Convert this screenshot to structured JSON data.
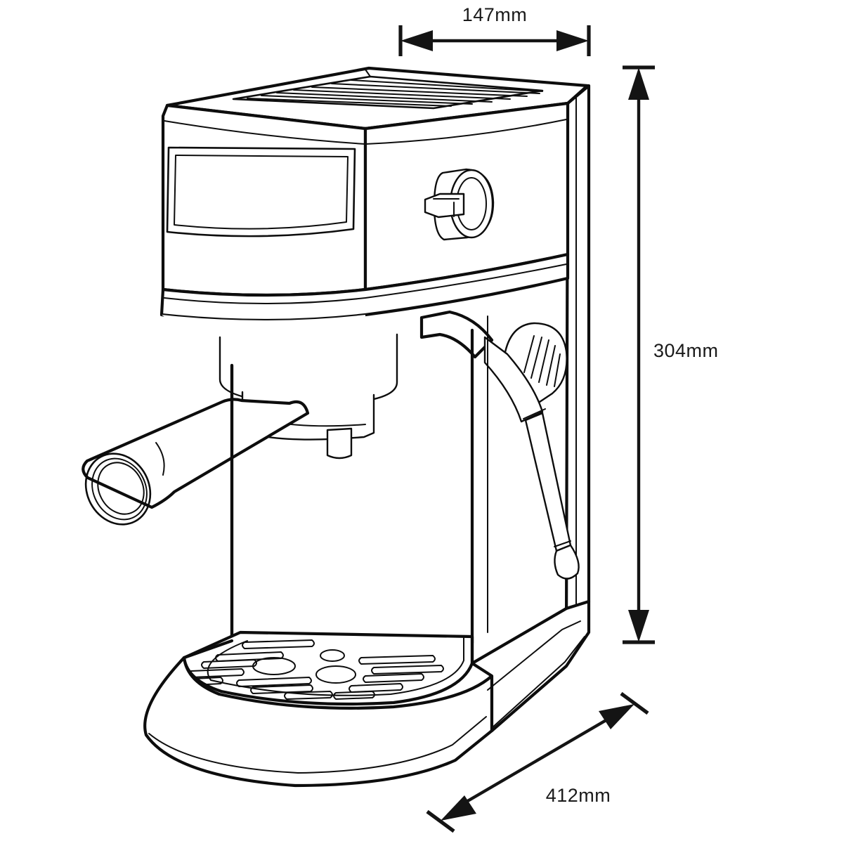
{
  "document": {
    "type": "technical-dimension-drawing",
    "subject": "espresso coffee machine",
    "view": "three-quarter perspective line drawing",
    "background_color": "#ffffff",
    "line_color": "#0d0d0d"
  },
  "dimensions": {
    "width": {
      "label": "147mm",
      "value": 147,
      "unit": "mm",
      "axis": "width",
      "position": "top",
      "orientation": "horizontal"
    },
    "height": {
      "label": "304mm",
      "value": 304,
      "unit": "mm",
      "axis": "height",
      "position": "right",
      "orientation": "vertical"
    },
    "depth": {
      "label": "412mm",
      "value": 412,
      "unit": "mm",
      "axis": "depth",
      "position": "bottom-right",
      "orientation": "diagonal"
    }
  },
  "parts": {
    "cup_warmer_grill": "cup-warmer-grill",
    "display_panel": "display-panel",
    "control_knob": "control-knob",
    "group_head": "group-head",
    "portafilter": "portafilter-handle",
    "steam_wand": "steam-wand",
    "drip_tray": "drip-tray",
    "base": "base-pedestal",
    "body": "machine-body"
  }
}
